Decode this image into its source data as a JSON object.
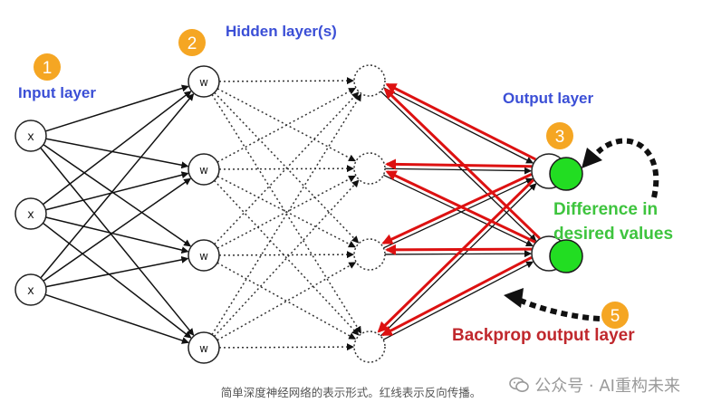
{
  "labels": {
    "input_layer": "Input layer",
    "hidden_layers": "Hidden layer(s)",
    "output_layer": "Output layer",
    "difference_line1": "Difference in",
    "difference_line2": "desired values",
    "backprop": "Backprop output layer"
  },
  "badges": [
    "1",
    "2",
    "3",
    "5"
  ],
  "input_node_text": "x",
  "hidden_node_text": "w",
  "caption": "简单深度神经网络的表示形式。红线表示反向传播。",
  "watermark": "公众号 · AI重构未来",
  "colors": {
    "blue_label": "#3b4fd6",
    "green_label": "#3ec43e",
    "red_label": "#c0282d",
    "badge_fill": "#f5a623",
    "node_fill": "#22dd22",
    "backprop_line": "#dd1111"
  }
}
